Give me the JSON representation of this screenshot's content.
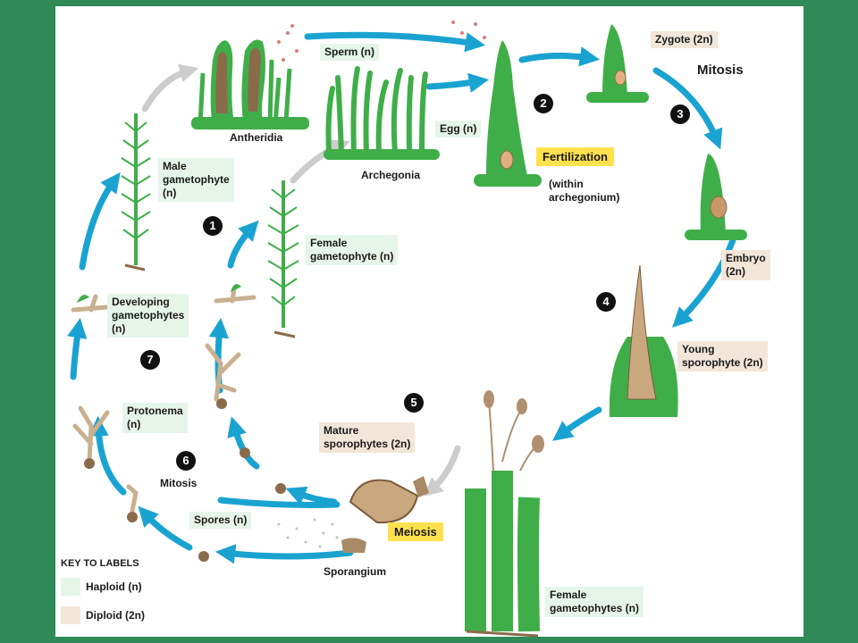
{
  "labels": {
    "sperm": "Sperm (n)",
    "zygote": "Zygote (2n)",
    "mitosis_top": "Mitosis",
    "antheridia": "Antheridia",
    "egg": "Egg (n)",
    "archegonia": "Archegonia",
    "male_gametophyte": "Male\ngametophyte\n(n)",
    "fertilization": "Fertilization",
    "within_archegonium": "(within\narchegonium)",
    "female_gametophyte": "Female\ngametophyte (n)",
    "embryo": "Embryo\n(2n)",
    "developing_gametophytes": "Developing\ngametophytes\n(n)",
    "young_sporophyte": "Young\nsporophyte (2n)",
    "mature_sporophytes": "Mature\nsporophytes (2n)",
    "protonema": "Protonema\n(n)",
    "mitosis_bottom": "Mitosis",
    "spores": "Spores (n)",
    "meiosis": "Meiosis",
    "sporangium": "Sporangium",
    "female_gametophytes": "Female\ngametophytes (n)"
  },
  "steps": [
    "1",
    "2",
    "3",
    "4",
    "5",
    "6",
    "7"
  ],
  "key": {
    "title": "Key to labels",
    "haploid": "Haploid (n)",
    "diploid": "Diploid (2n)"
  },
  "colors": {
    "background": "#2e8b57",
    "arrow": "#1aa3d1",
    "plant": "#3fae49",
    "haploid_bg": "#e6f5ea",
    "diploid_bg": "#f2e6d8",
    "highlight": "#ffe14d"
  }
}
